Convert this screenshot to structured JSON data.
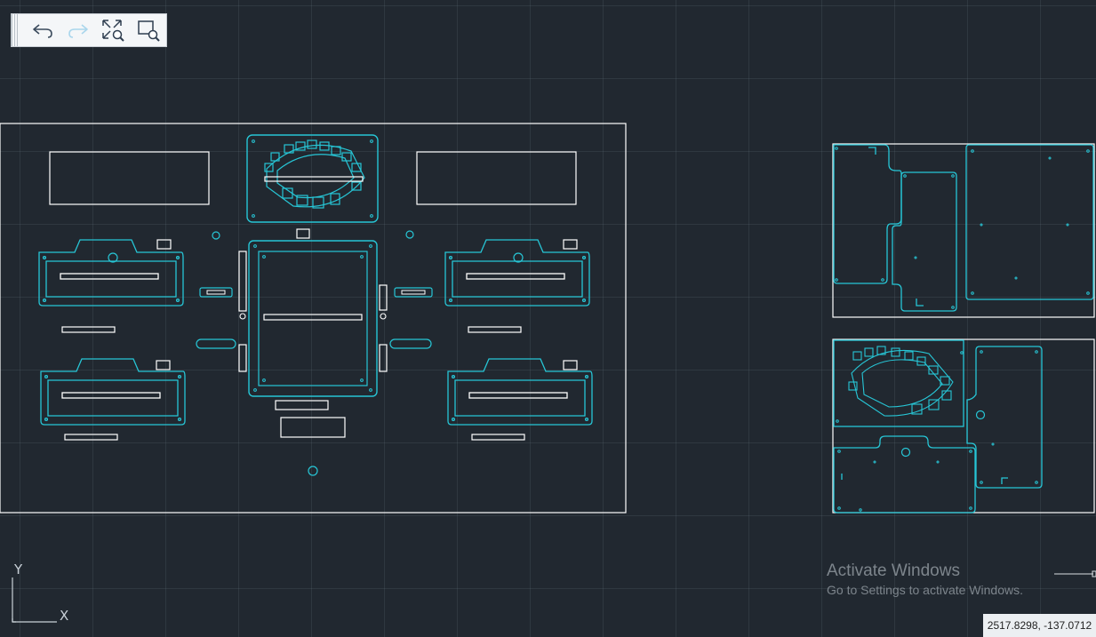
{
  "app": {
    "canvas_background": "#212830",
    "accent_color": "#27c6d6",
    "outline_color": "#ffffff"
  },
  "toolbar": {
    "buttons": [
      {
        "icon": "undo-icon",
        "enabled": true
      },
      {
        "icon": "redo-icon",
        "enabled": false
      },
      {
        "icon": "zoom-extents-icon",
        "enabled": true
      },
      {
        "icon": "zoom-window-icon",
        "enabled": true
      }
    ]
  },
  "ucs": {
    "y_label": "Y",
    "x_label": "X"
  },
  "watermark": {
    "title": "Activate Windows",
    "subtitle": "Go to Settings to activate Windows."
  },
  "status": {
    "coordinates": "2517.8298, -137.0712"
  }
}
